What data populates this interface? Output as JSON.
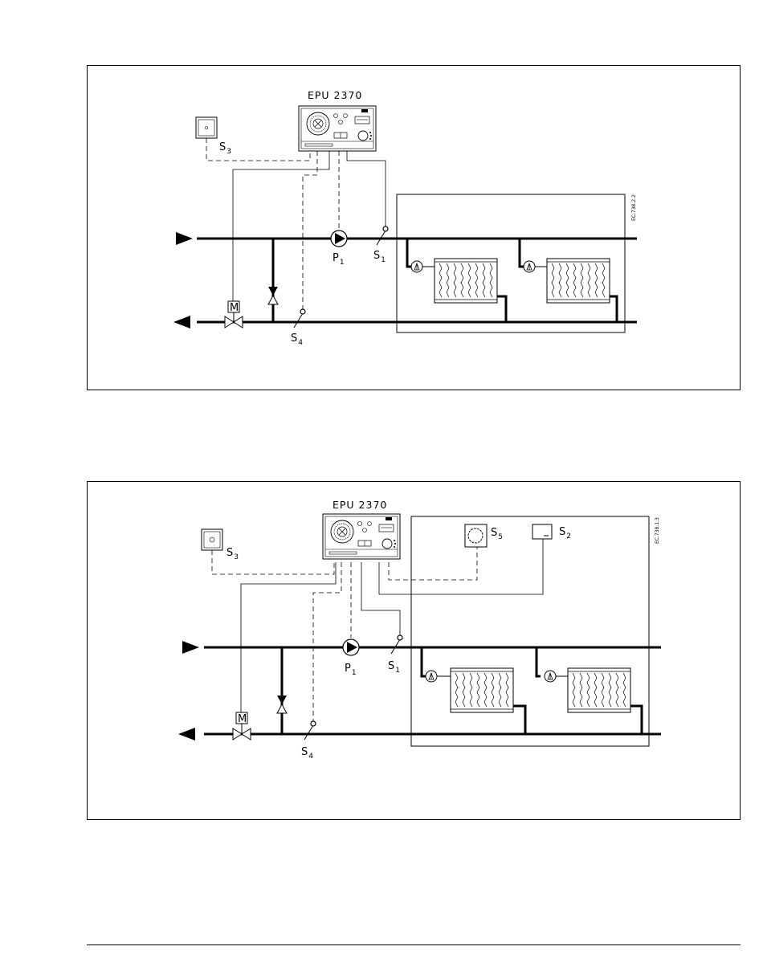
{
  "diagram1": {
    "controller": "EPU 2370",
    "drawing_code": "EC.738.2.2",
    "labels": {
      "s3": "S",
      "s3_sub": "3",
      "p1": "P",
      "p1_sub": "1",
      "s1": "S",
      "s1_sub": "1",
      "s4": "S",
      "s4_sub": "4",
      "motor": "M"
    }
  },
  "diagram2": {
    "controller": "EPU 2370",
    "drawing_code": "EC.738.1.3",
    "labels": {
      "s3": "S",
      "s3_sub": "3",
      "s5": "S",
      "s5_sub": "5",
      "s2": "S",
      "s2_sub": "2",
      "p1": "P",
      "p1_sub": "1",
      "s1": "S",
      "s1_sub": "1",
      "s4": "S",
      "s4_sub": "4",
      "motor": "M"
    }
  }
}
